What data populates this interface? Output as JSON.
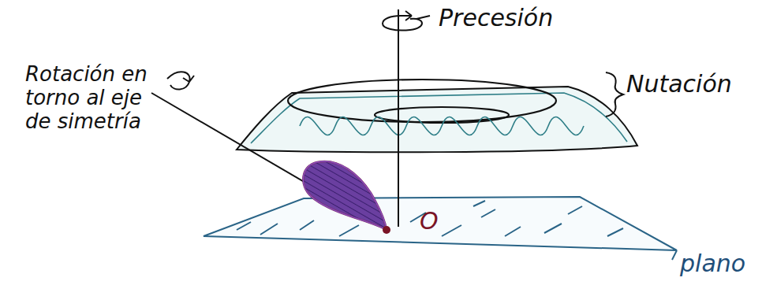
{
  "diagram": {
    "labels": [
      "Rotación en torno al eje de simetría",
      "Precesión",
      "Nutación",
      "O",
      "plano"
    ]
  }
}
